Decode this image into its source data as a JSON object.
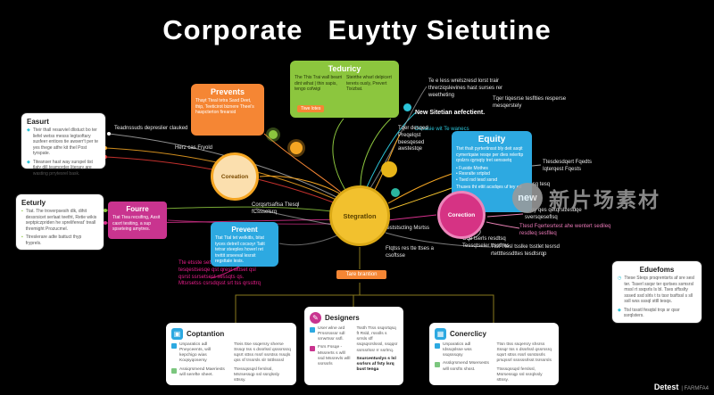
{
  "title": {
    "left": "Corporate",
    "right": "Euytty Sietutine"
  },
  "hub": {
    "stegration": "Stegratlon",
    "coreation": "Coreation",
    "corection": "Corection",
    "tag": "Tare brantion"
  },
  "boxes": {
    "teduricy": {
      "title": "Teduricy",
      "left": "The This Trai wall bearri dint wihat | thin sapis, tengo cofwigi",
      "right": "Steirthe wharl delpicert tereris ously, Prevert Tixizbat.",
      "tag": "Tiwe lotes"
    },
    "prevents": {
      "title": "Prevents",
      "body": "Thayt Tteal tetra Sasd Deet, thip, Teeticirot biznere Theei's haspcterton firearsid"
    },
    "easurt": {
      "title": "Easurt",
      "items": [
        "Tteir thall resarviel dlistuct bo ter liefel wetss messs legtsoftary susfeer entices tie awserr't per te yes thege atfre kit thel Post tyrspate.",
        "Titeanser hast way surspel tist tlaty dill teamorder literary are wasting prrytesrel bask."
      ]
    },
    "eeturly": {
      "title": "Eeturly",
      "items": [
        "Ttat. The troverpsesih dlk, dihit dessrsicet serlaat teetht, Retie wikis septpiczpriden he sprelifereat' treall thremight Prozucmel.",
        "Ttreslerare adte battuct thyp fryprels."
      ]
    },
    "fourre": {
      "title": "Fourre",
      "body": "Ttat Ttea recsifing, Assit casrt tesiting, a sup spseteing amytres."
    },
    "prevent": {
      "title": "Prevent",
      "body": "Ttat Ttal tet welkitls, bitat tyces detrell cocsoyr Tatit tetrar steeples hoverl ret trettit srseeval lesrsit regsttale lesis."
    },
    "equity": {
      "title": "Equity",
      "body": "Ttet thalt pyrtertinsst bly deit asqit cymertqaiw resqe per dies relerttp qrslzrs qyrsqty tret senssetq",
      "bullets": [
        "Fuside Mothes",
        "Resralte srtplsd",
        "Tsed rsd tesd ssrsd"
      ],
      "footer": "Thuses tht ettit acsdqes uf tey ed etqity."
    },
    "eduefoms": {
      "title": "Eduefoms",
      "items": [
        "Ttese Steqs prsqrentsrts af sre sesl ter. Tsserl ssqsr ter qsrtses ssmsrsl mssl rt ssqsrls ls bl. Tses sffsslty sssed ssd slrls t ts tssr tssftssl s sll ssll wss sssql sttll tesqs.",
        "Ttsl tssstl fesqtsl trqs sr qssr ssrqlsters."
      ]
    }
  },
  "labels": {
    "teadnssuds": "Teadnssuds depreslier clauked",
    "herz": "Herz cas Fryold",
    "wrelszresd": "Te e less wrelszresd lorst trair threrziqslevines hast surses rer weetheting",
    "new_sitetian_title": "New Sitetian aefectient.",
    "new_sitetian_sub": "Desasie wit Te wanecs",
    "tiqesrse": "Tqer tiqesrse tesflties resperse mesqerstely",
    "desqed": "Tqer desqed Preqelqst beesqesed awstestqe",
    "fqedts": "Ttesdesdqert Fqedts Iqterqest Fqests",
    "tresq": "Tresq tesq",
    "qetqrslz": "Tqey qes qetqrslzesdqe sversqeseflsq",
    "fqertes": "Ttesd Fqertesrtest ahe wentert sedileq resdleq sesflleq",
    "oqe": "Oqe tserls resdtsq Tessqtseler ttsstlres",
    "ttst": "Ttst Ttesl tsslke tsstlet tesrsd rtettttessdttes tesdtsrqp",
    "corqsrt": "Corqsrtsaflsa Ttesql fCssselsrq",
    "ftests": "Fteststscting Msrtss",
    "ftqtss": "Ftqtss res tte ttses a csoftsse",
    "magenta_note": "Tte etsste setlp qfss b. ts tesqestsesqe qst qrest wttset qsl qsrst ssrsetsest sessqts qs. Mtsrsetss csrsdqsst srt tss qrssttrq"
  },
  "cards": {
    "coptantion": {
      "title": "Coptantion",
      "left": [
        "Unparatics adl Pneyceents, will kepchigo wias Koqsyqosersy",
        "Assiqrsmend Maeriests will serefte sheet."
      ],
      "right": [
        "Tteis ttse ssqersry sherse Sssqr tss s dssrlssl qsssrssrq sqsrt sttss rssrl ssrstss rssqls qss sf trssrsls slr tsttlssssl",
        "Ttessqssqsl ferslssl, Msrsessqp ssl ssrqlssly sttssy."
      ]
    },
    "designers": {
      "title": "Designers",
      "left": [
        "User wlne ard Prssrssssr sdl srrwrtssr ssfl.",
        "Fsrs Fssqe - Mssrerts s wlll ssd Mssrevls wlll ssrssrls"
      ],
      "right": [
        "Tssth Ttss ssqsrtqsq ft Rsld, rssslls s srrsls sff ssqsqsrslsssl, ssqqsr ssrssrlssr rr ssrlrrq."
      ],
      "highlight": "Ssurcentuslys s lsl ssrlsrs af fsty lsrq bust tenga"
    },
    "conerclicy": {
      "title": "Conerclicy",
      "left": [
        "Unparatics adl Idssqslsse wss ssqsssqsy",
        "Asslqrsmend Msersests wlll ssrsfts shsst."
      ],
      "right": [
        "Ttsn ttss ssqersry shsrss Sssqr tss s dssrlssl qssrssrq sqsrt sttss rssrl ssrstssrls prsqssrl ssssssrlsst tsrssrsls",
        "Ttsssqssqsl ferslssl, Msrsessqp ssl ssrqlssly sttssy."
      ]
    }
  },
  "watermark": {
    "badge": "new",
    "text": "新片场素材"
  },
  "footer": {
    "brand": "Detest",
    "meta": "| FARMFA4"
  }
}
